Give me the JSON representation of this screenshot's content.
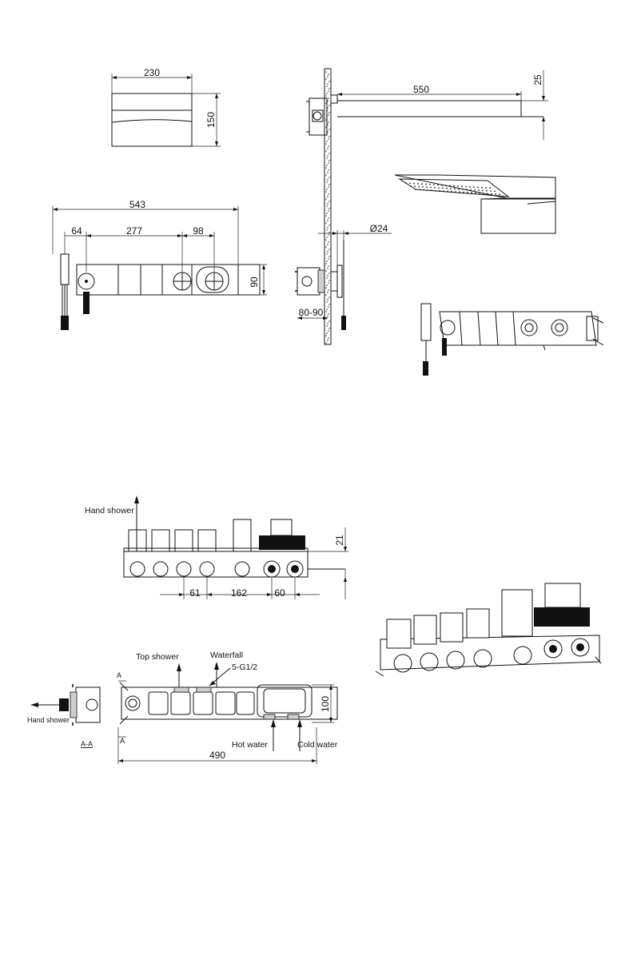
{
  "dimensions": {
    "head_width": "230",
    "head_height": "150",
    "arm_length": "550",
    "arm_thickness": "25",
    "panel_total_length": "543",
    "handset_offset": "64",
    "valve_span": "277",
    "knob_spacing": "98",
    "panel_height": "90",
    "hose_diameter": "Ø24",
    "wall_depth": "80-90",
    "box_height": "21",
    "outlet_spacing_a": "61",
    "outlet_spacing_b": "162",
    "outlet_spacing_c": "60",
    "box_depth": "100",
    "box_length": "490"
  },
  "labels": {
    "hand_shower_top": "Hand shower",
    "top_shower": "Top shower",
    "waterfall": "Waterfall",
    "thread_spec": "5-G1/2",
    "hand_shower_section": "Hand  shower",
    "section_title": "A-A",
    "section_mark_top": "A",
    "section_mark_bottom": "A",
    "hot_water": "Hot water",
    "cold_water": "Cold water"
  }
}
